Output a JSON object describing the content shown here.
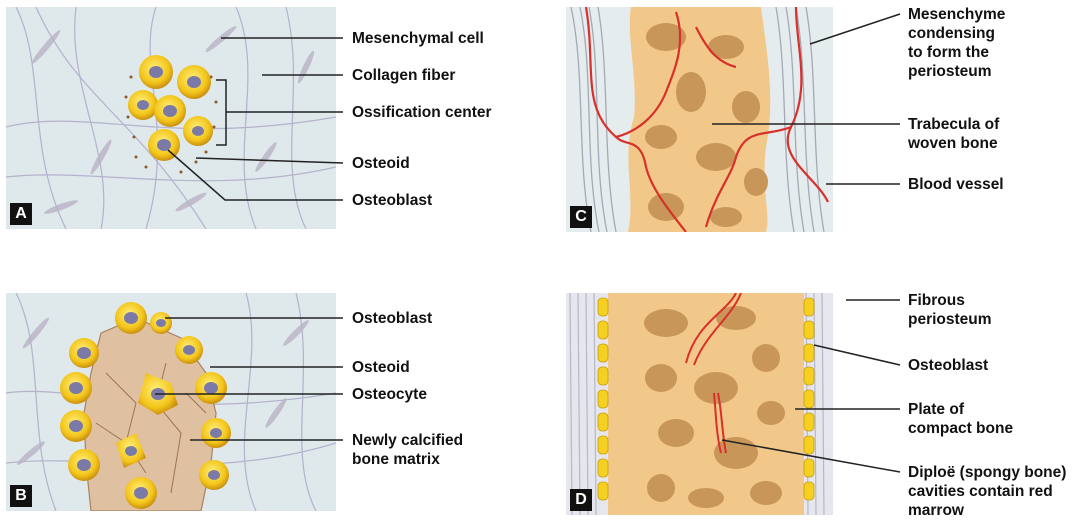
{
  "panels": {
    "A": {
      "letter": "A",
      "labels": {
        "mesenchymal_cell": "Mesenchymal cell",
        "collagen_fiber": "Collagen fiber",
        "ossification_center": "Ossification center",
        "osteoid": "Osteoid",
        "osteoblast": "Osteoblast"
      }
    },
    "B": {
      "letter": "B",
      "labels": {
        "osteoblast": "Osteoblast",
        "osteoid": "Osteoid",
        "osteocyte": "Osteocyte",
        "matrix_line1": "Newly calcified",
        "matrix_line2": "bone matrix"
      }
    },
    "C": {
      "letter": "C",
      "labels": {
        "mesenchyme_line1": "Mesenchyme",
        "mesenchyme_line2": "condensing",
        "mesenchyme_line3": "to form the",
        "mesenchyme_line4": "periosteum",
        "trabecula_line1": "Trabecula of",
        "trabecula_line2": "woven bone",
        "blood_vessel": "Blood vessel"
      }
    },
    "D": {
      "letter": "D",
      "labels": {
        "fibrous_line1": "Fibrous",
        "fibrous_line2": "periosteum",
        "osteoblast": "Osteoblast",
        "plate_line1": "Plate of",
        "plate_line2": "compact bone",
        "diploe_line1": "Diploë (spongy bone)",
        "diploe_line2": "cavities contain red",
        "diploe_line3": "marrow"
      }
    }
  },
  "colors": {
    "background": "#dfe8ea",
    "bone": "#f2c88a",
    "bone_cavity": "#c9965a",
    "cell_yellow": "#f5d020",
    "nucleus": "#7b7aa6",
    "vessel": "#d8302a",
    "fiber": "#a9a7c4"
  }
}
